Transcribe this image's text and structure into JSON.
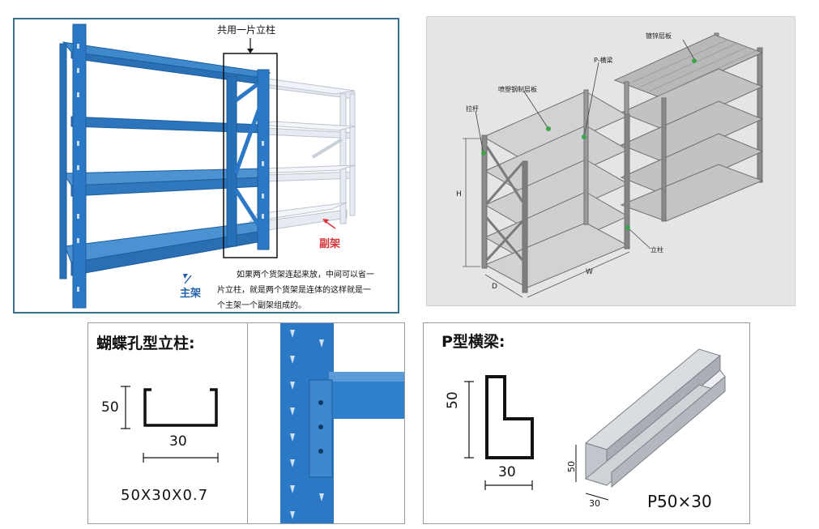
{
  "photo": {
    "shared_upright_label": "共用一片立柱",
    "sub_rack_label": "副架",
    "main_rack_label": "主架",
    "note_lines": [
      "如果两个货架连起来放，中间可以省一",
      "片立柱，就是两个货架是连体的这样就是一",
      "个主架一个副架组成的。"
    ],
    "colors": {
      "main_rack": "#2f7cc4",
      "sub_rack": "#e3e9f0",
      "sub_label": "#d8323a",
      "main_label": "#1f5fa8"
    }
  },
  "tech": {
    "labels": {
      "galvanized_shelf": "镀锌层板",
      "p_beam": "P-横梁",
      "painted_shelf": "喷塑钢制层板",
      "tie_rod": "拉杆",
      "upright": "立柱",
      "h": "H",
      "w": "W",
      "d": "D"
    }
  },
  "upright": {
    "title": "蝴蝶孔型立柱:",
    "dim_height": "50",
    "dim_width": "30",
    "spec": "50X30X0.7",
    "colors": {
      "upright": "#2a78c6"
    }
  },
  "beam": {
    "title": "P型横梁:",
    "dim_height": "50",
    "dim_width": "30",
    "iso_height": "50",
    "iso_width": "30",
    "spec": "P50×30"
  }
}
